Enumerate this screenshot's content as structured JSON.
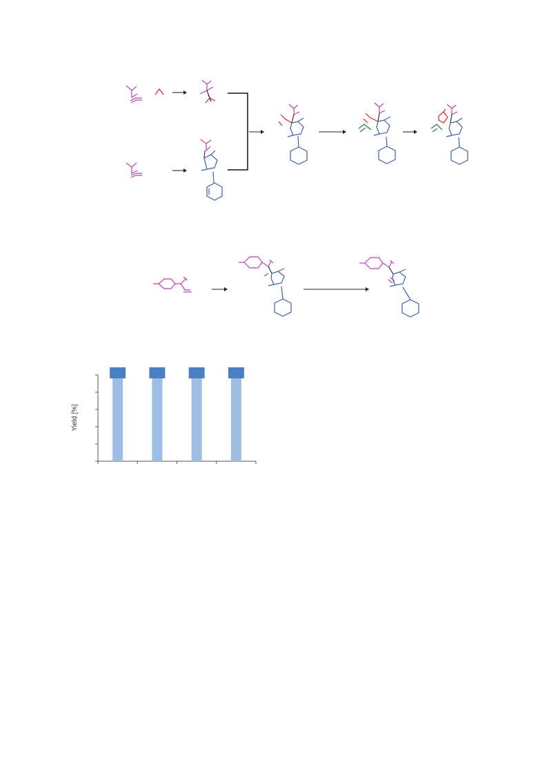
{
  "colors": {
    "magenta": "#c23fb0",
    "red": "#e0221e",
    "blue": "#3a5fa8",
    "green": "#1f7a3a",
    "bar_light": "#9dbde3",
    "bar_dark": "#4a80c2"
  },
  "chart_data": {
    "type": "bar",
    "ylabel": "Yield [%]",
    "categories": [
      "",
      "",
      "",
      ""
    ],
    "values": [
      100,
      100,
      100,
      96
    ],
    "ylim": [
      0,
      100
    ],
    "grid": false
  }
}
